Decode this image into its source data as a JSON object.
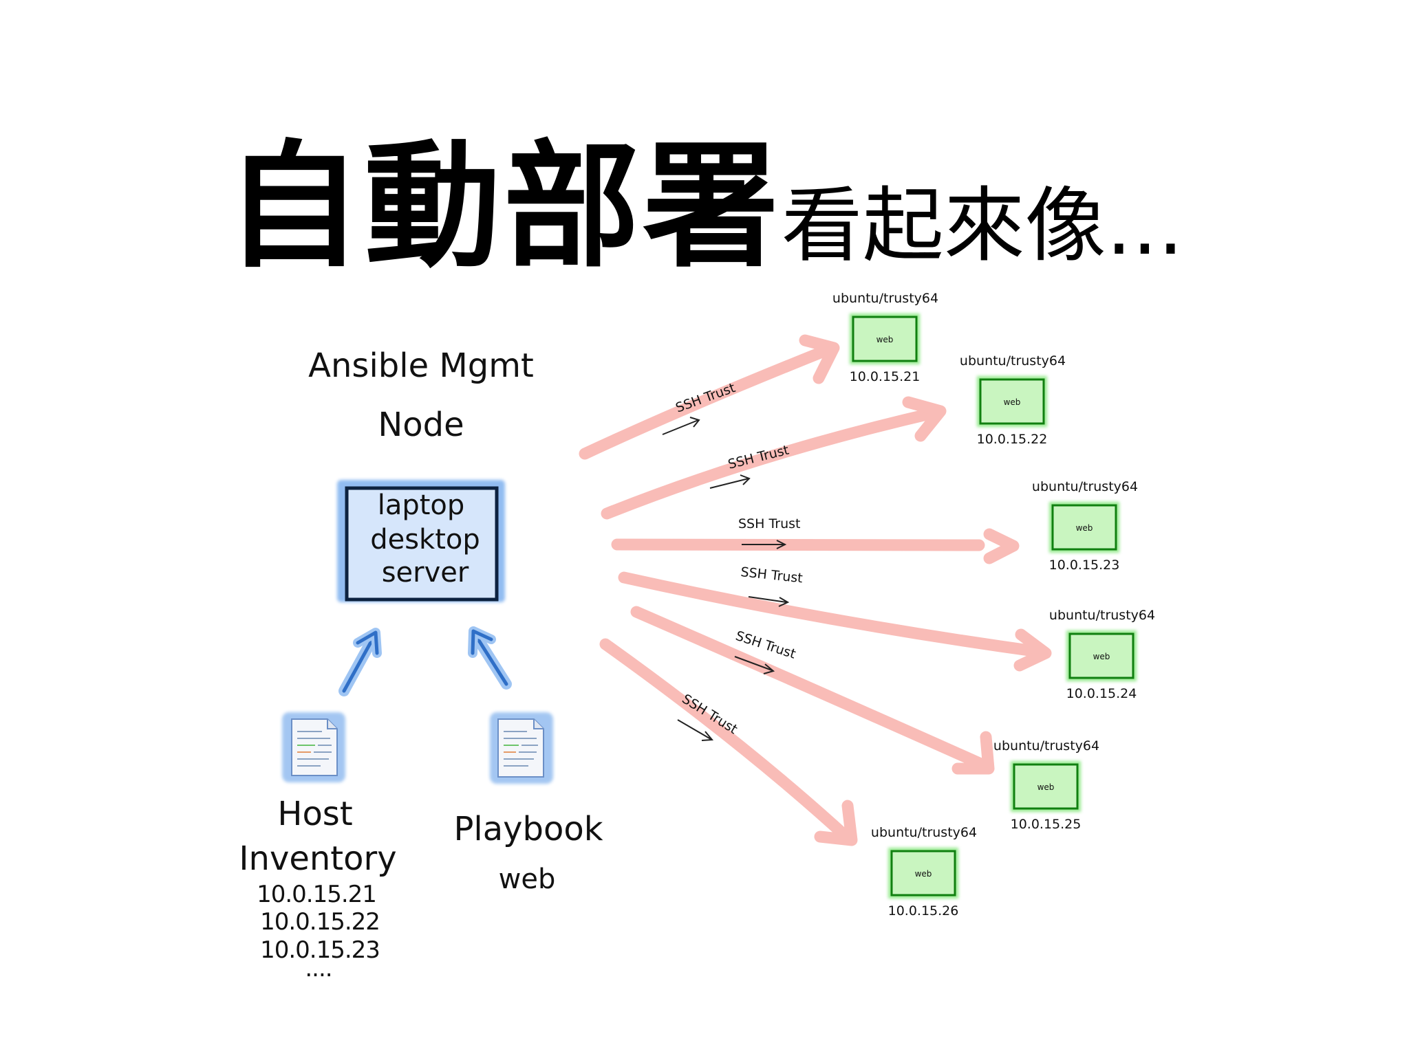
{
  "title": {
    "main": "自動部署",
    "sub": "看起來像..."
  },
  "management_node": {
    "heading_line1": "Ansible Mgmt",
    "heading_line2": "Node",
    "roles": [
      "laptop",
      "desktop",
      "server"
    ]
  },
  "host_inventory": {
    "label_line1": "Host",
    "label_line2": "Inventory",
    "entries": [
      "10.0.15.21",
      "10.0.15.22",
      "10.0.15.23",
      "...."
    ]
  },
  "playbook": {
    "label": "Playbook",
    "name": "web"
  },
  "connection_label": "SSH Trust",
  "targets": [
    {
      "image": "ubuntu/trusty64",
      "group": "web",
      "ip": "10.0.15.21"
    },
    {
      "image": "ubuntu/trusty64",
      "group": "web",
      "ip": "10.0.15.22"
    },
    {
      "image": "ubuntu/trusty64",
      "group": "web",
      "ip": "10.0.15.23"
    },
    {
      "image": "ubuntu/trusty64",
      "group": "web",
      "ip": "10.0.15.24"
    },
    {
      "image": "ubuntu/trusty64",
      "group": "web",
      "ip": "10.0.15.25"
    },
    {
      "image": "ubuntu/trusty64",
      "group": "web",
      "ip": "10.0.15.26"
    }
  ],
  "colors": {
    "node_fill": "#d6e6fb",
    "node_glow": "#7fb1ef",
    "node_border": "#0d2240",
    "upload_arrow": "#2f6fc7",
    "ssh_arrow": "#f9b9b4",
    "target_fill": "#c9f5c0",
    "target_glow": "#6fe265",
    "target_border": "#108010"
  }
}
